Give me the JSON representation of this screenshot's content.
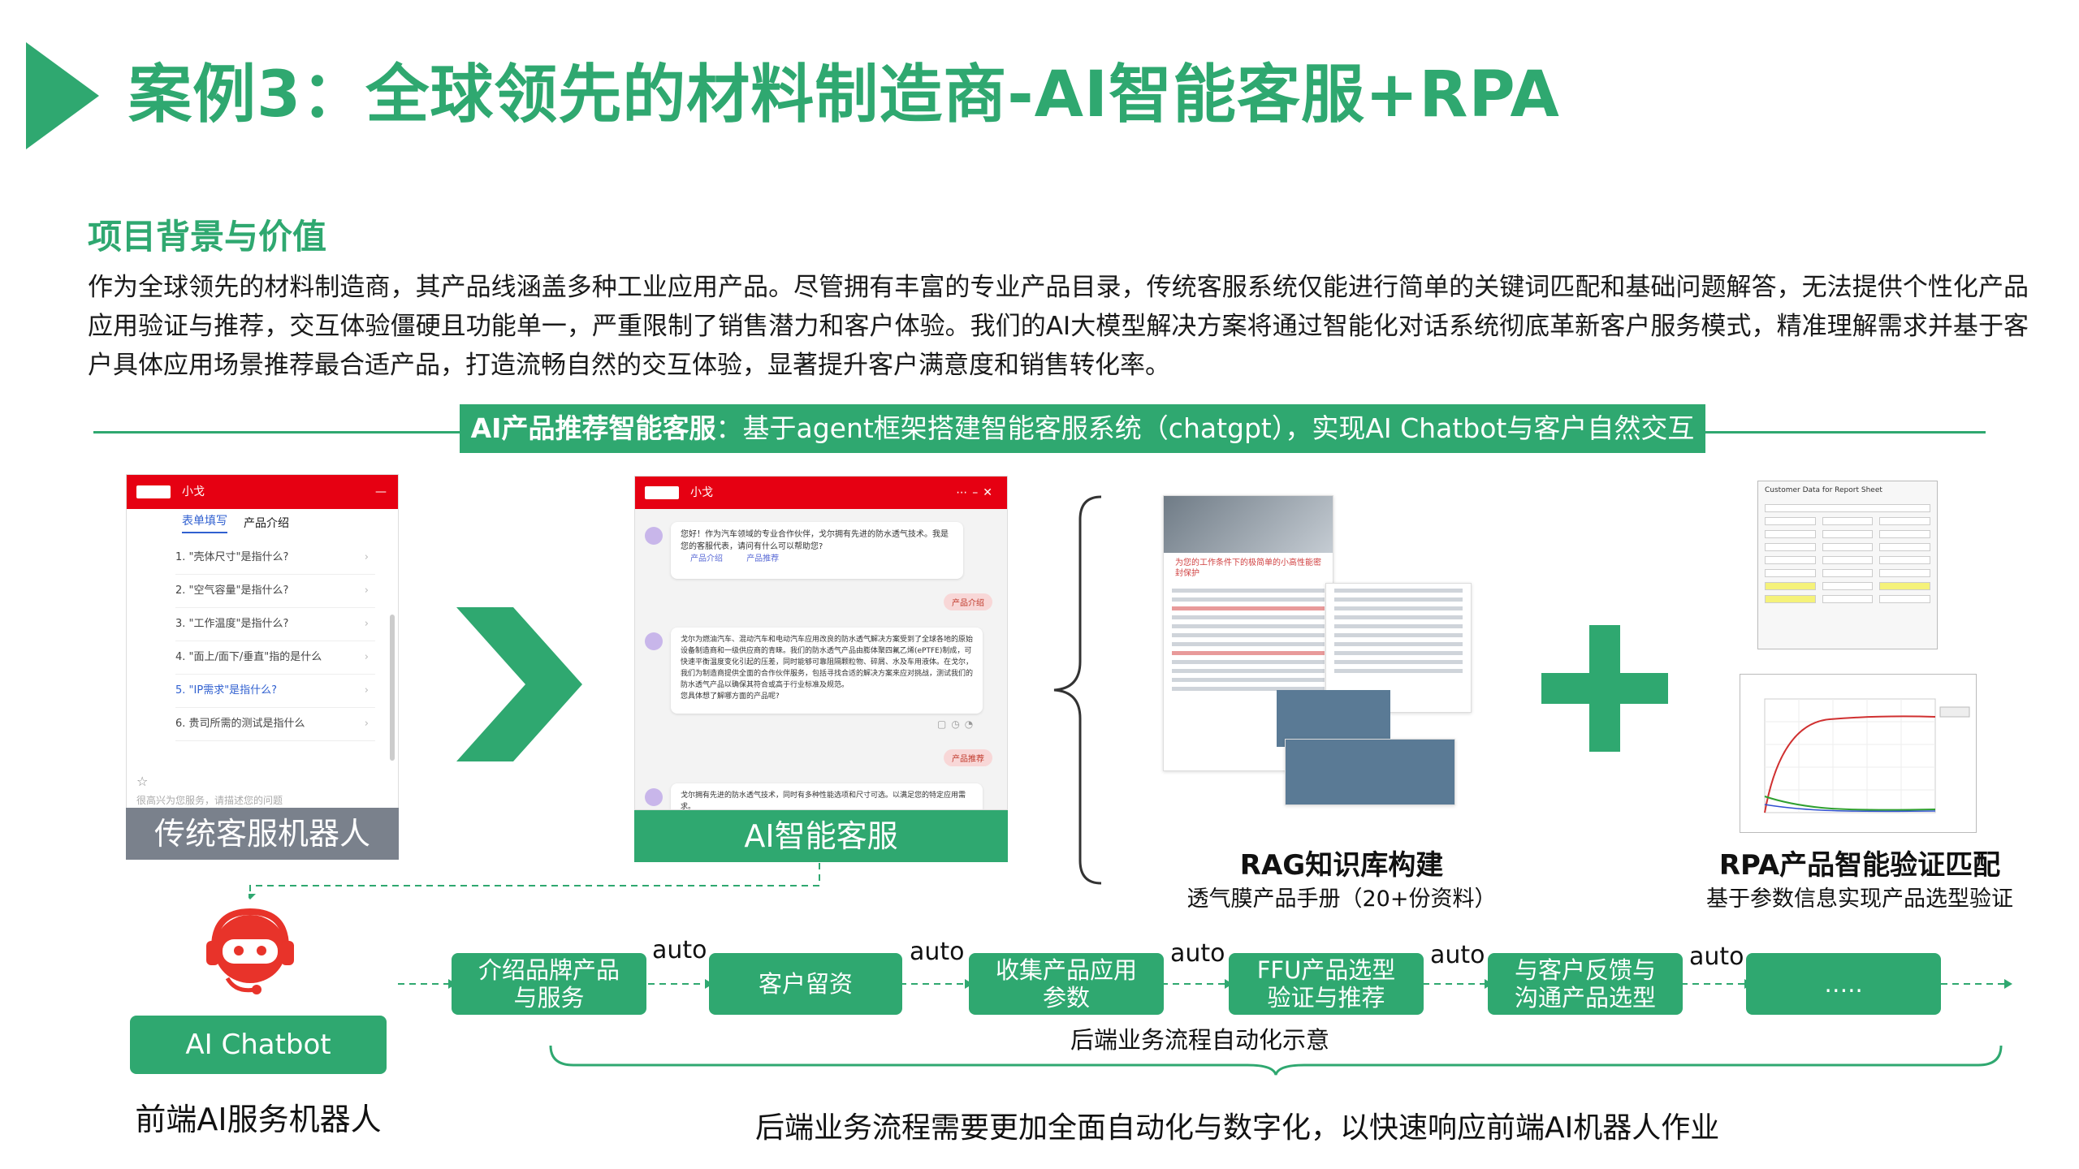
{
  "title": {
    "text": "案例3：全球领先的材料制造商-AI智能客服+RPA",
    "accent_color": "#2fa870"
  },
  "background": {
    "heading": "项目背景与价值",
    "body": "作为全球领先的材料制造商，其产品线涵盖多种工业应用产品。尽管拥有丰富的专业产品目录，传统客服系统仅能进行简单的关键词匹配和基础问题解答，无法提供个性化产品应用验证与推荐，交互体验僵硬且功能单一，严重限制了销售潜力和客户体验。我们的AI大模型解决方案将通过智能化对话系统彻底革新客户服务模式，精准理解需求并基于客户具体应用场景推荐最合适产品，打造流畅自然的交互体验，显著提升客户满意度和销售转化率。"
  },
  "banner": {
    "bold": "AI产品推荐智能客服",
    "rest": "：基于agent框架搭建智能客服系统（chatgpt），实现AI Chatbot与客户自然交互"
  },
  "traditional_bot": {
    "header_name": "小戈",
    "tab_1": "表单填写",
    "tab_2": "产品介绍",
    "faqs": [
      "1. \"壳体尺寸\"是指什么?",
      "2. \"空气容量\"是指什么?",
      "3. \"工作温度\"是指什么?",
      "4. \"面上/面下/垂直\"指的是什么",
      "5. \"IP需求\"是指什么?",
      "6. 贵司所需的测试是指什么"
    ],
    "hint": "很高兴为您服务，请描述您的问题",
    "label": "传统客服机器人"
  },
  "ai_service": {
    "header_name": "小戈",
    "greeting": "您好！作为汽车领域的专业合作伙伴，戈尔拥有先进的防水透气技术。我是您的客服代表，请问有什么可以帮助您?",
    "chip_1": "产品介绍",
    "chip_2": "产品推荐",
    "user_1": "产品介绍",
    "reply": "戈尔为燃油汽车、混动汽车和电动汽车应用改良的防水透气解决方案受到了全球各地的原始设备制造商和一级供应商的青睐。我们的防水透气产品由膨体聚四氟乙烯(ePTFE)制成，可快速平衡温度变化引起的压差，同时能够可靠阻隔颗粒物、碎屑、水及车用液体。在戈尔，我们为制造商提供全面的合作伙伴服务，包括寻找合适的解决方案来应对挑战，测试我们的防水透气产品以确保其符合或高于行业标准及规范。",
    "reply_q": "您具体想了解哪方面的产品呢?",
    "user_2": "产品推荐",
    "reply_2": "戈尔拥有先进的防水透气技术，同时有多种性能选项和尺寸可选。以满足您的特定应用需求。",
    "label": "AI智能客服"
  },
  "rag": {
    "doc_title": "为您的工作条件下的极简单的小高性能密封保护",
    "title": "RAG知识库构建",
    "subtitle": "透气膜产品手册（20+份资料）"
  },
  "rpa": {
    "sheet_title": "Customer Data for Report Sheet",
    "title": "RPA产品智能验证匹配",
    "subtitle": "基于参数信息实现产品选型验证"
  },
  "flow": {
    "boxes": [
      "介绍品牌产品\n与服务",
      "客户留资",
      "收集产品应用\n参数",
      "FFU产品选型\n验证与推荐",
      "与客户反馈与\n沟通产品选型",
      "….."
    ],
    "auto_label": "auto",
    "caption": "后端业务流程自动化示意",
    "chatbot_label": "AI Chatbot",
    "front_label": "前端AI服务机器人",
    "bottom_caption": "后端业务流程需要更加全面自动化与数字化，以快速响应前端AI机器人作业"
  }
}
